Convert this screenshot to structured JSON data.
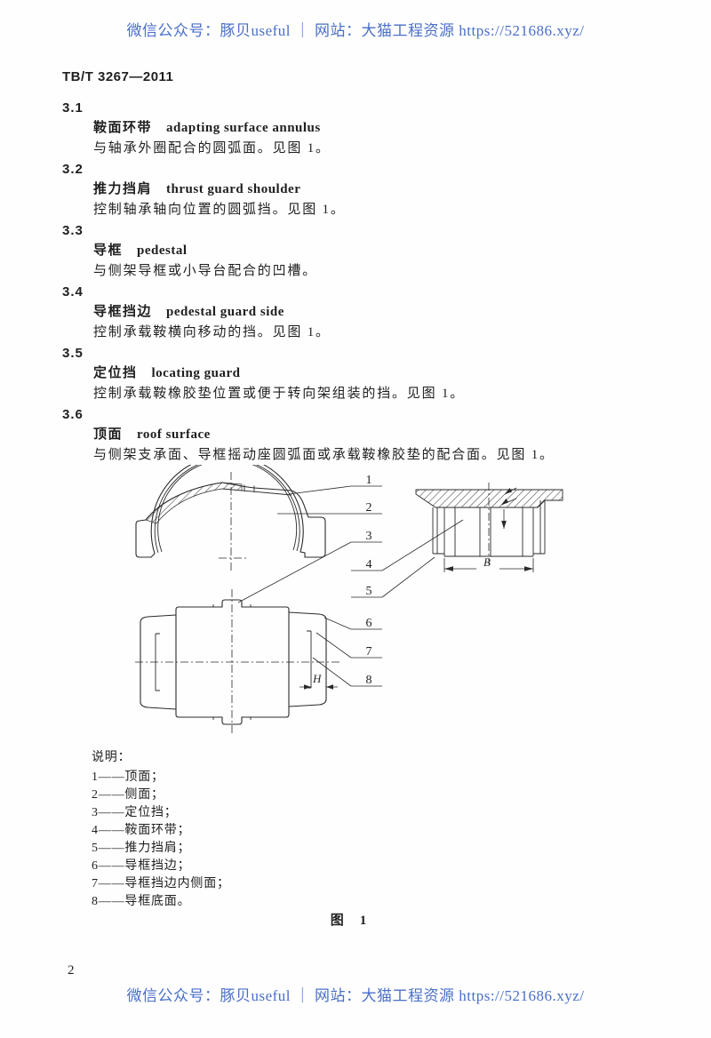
{
  "watermark": {
    "text": "微信公众号：豚贝useful ｜ 网站：大猫工程资源 https://521686.xyz/"
  },
  "doc": {
    "standard_number": "TB/T 3267—2011",
    "page_number": "2"
  },
  "sections": [
    {
      "num": "3.1",
      "term_cn": "鞍面环带",
      "term_en": "adapting surface annulus",
      "def": "与轴承外圈配合的圆弧面。见图 1。"
    },
    {
      "num": "3.2",
      "term_cn": "推力挡肩",
      "term_en": "thrust guard shoulder",
      "def": "控制轴承轴向位置的圆弧挡。见图 1。"
    },
    {
      "num": "3.3",
      "term_cn": "导框",
      "term_en": "pedestal",
      "def": "与侧架导框或小导台配合的凹槽。"
    },
    {
      "num": "3.4",
      "term_cn": "导框挡边",
      "term_en": "pedestal guard side",
      "def": "控制承载鞍横向移动的挡。见图 1。"
    },
    {
      "num": "3.5",
      "term_cn": "定位挡",
      "term_en": "locating guard",
      "def": "控制承载鞍橡胶垫位置或便于转向架组装的挡。见图 1。"
    },
    {
      "num": "3.6",
      "term_cn": "顶面",
      "term_en": "roof surface",
      "def": "与侧架支承面、导框摇动座圆弧面或承载鞍橡胶垫的配合面。见图 1。"
    }
  ],
  "figure": {
    "caption_label": "图",
    "caption_num": "1",
    "legend_title": "说明：",
    "legend": [
      "1——顶面；",
      "2——侧面；",
      "3——定位挡；",
      "4——鞍面环带；",
      "5——推力挡肩；",
      "6——导框挡边；",
      "7——导框挡边内侧面；",
      "8——导框底面。"
    ],
    "callouts": [
      "1",
      "2",
      "3",
      "4",
      "5",
      "6",
      "7",
      "8"
    ],
    "dimensions": {
      "width_label": "B",
      "guard_label": "H"
    }
  },
  "colors": {
    "watermark_blue": "#4a6fc8",
    "ink": "#2a2a2a"
  }
}
